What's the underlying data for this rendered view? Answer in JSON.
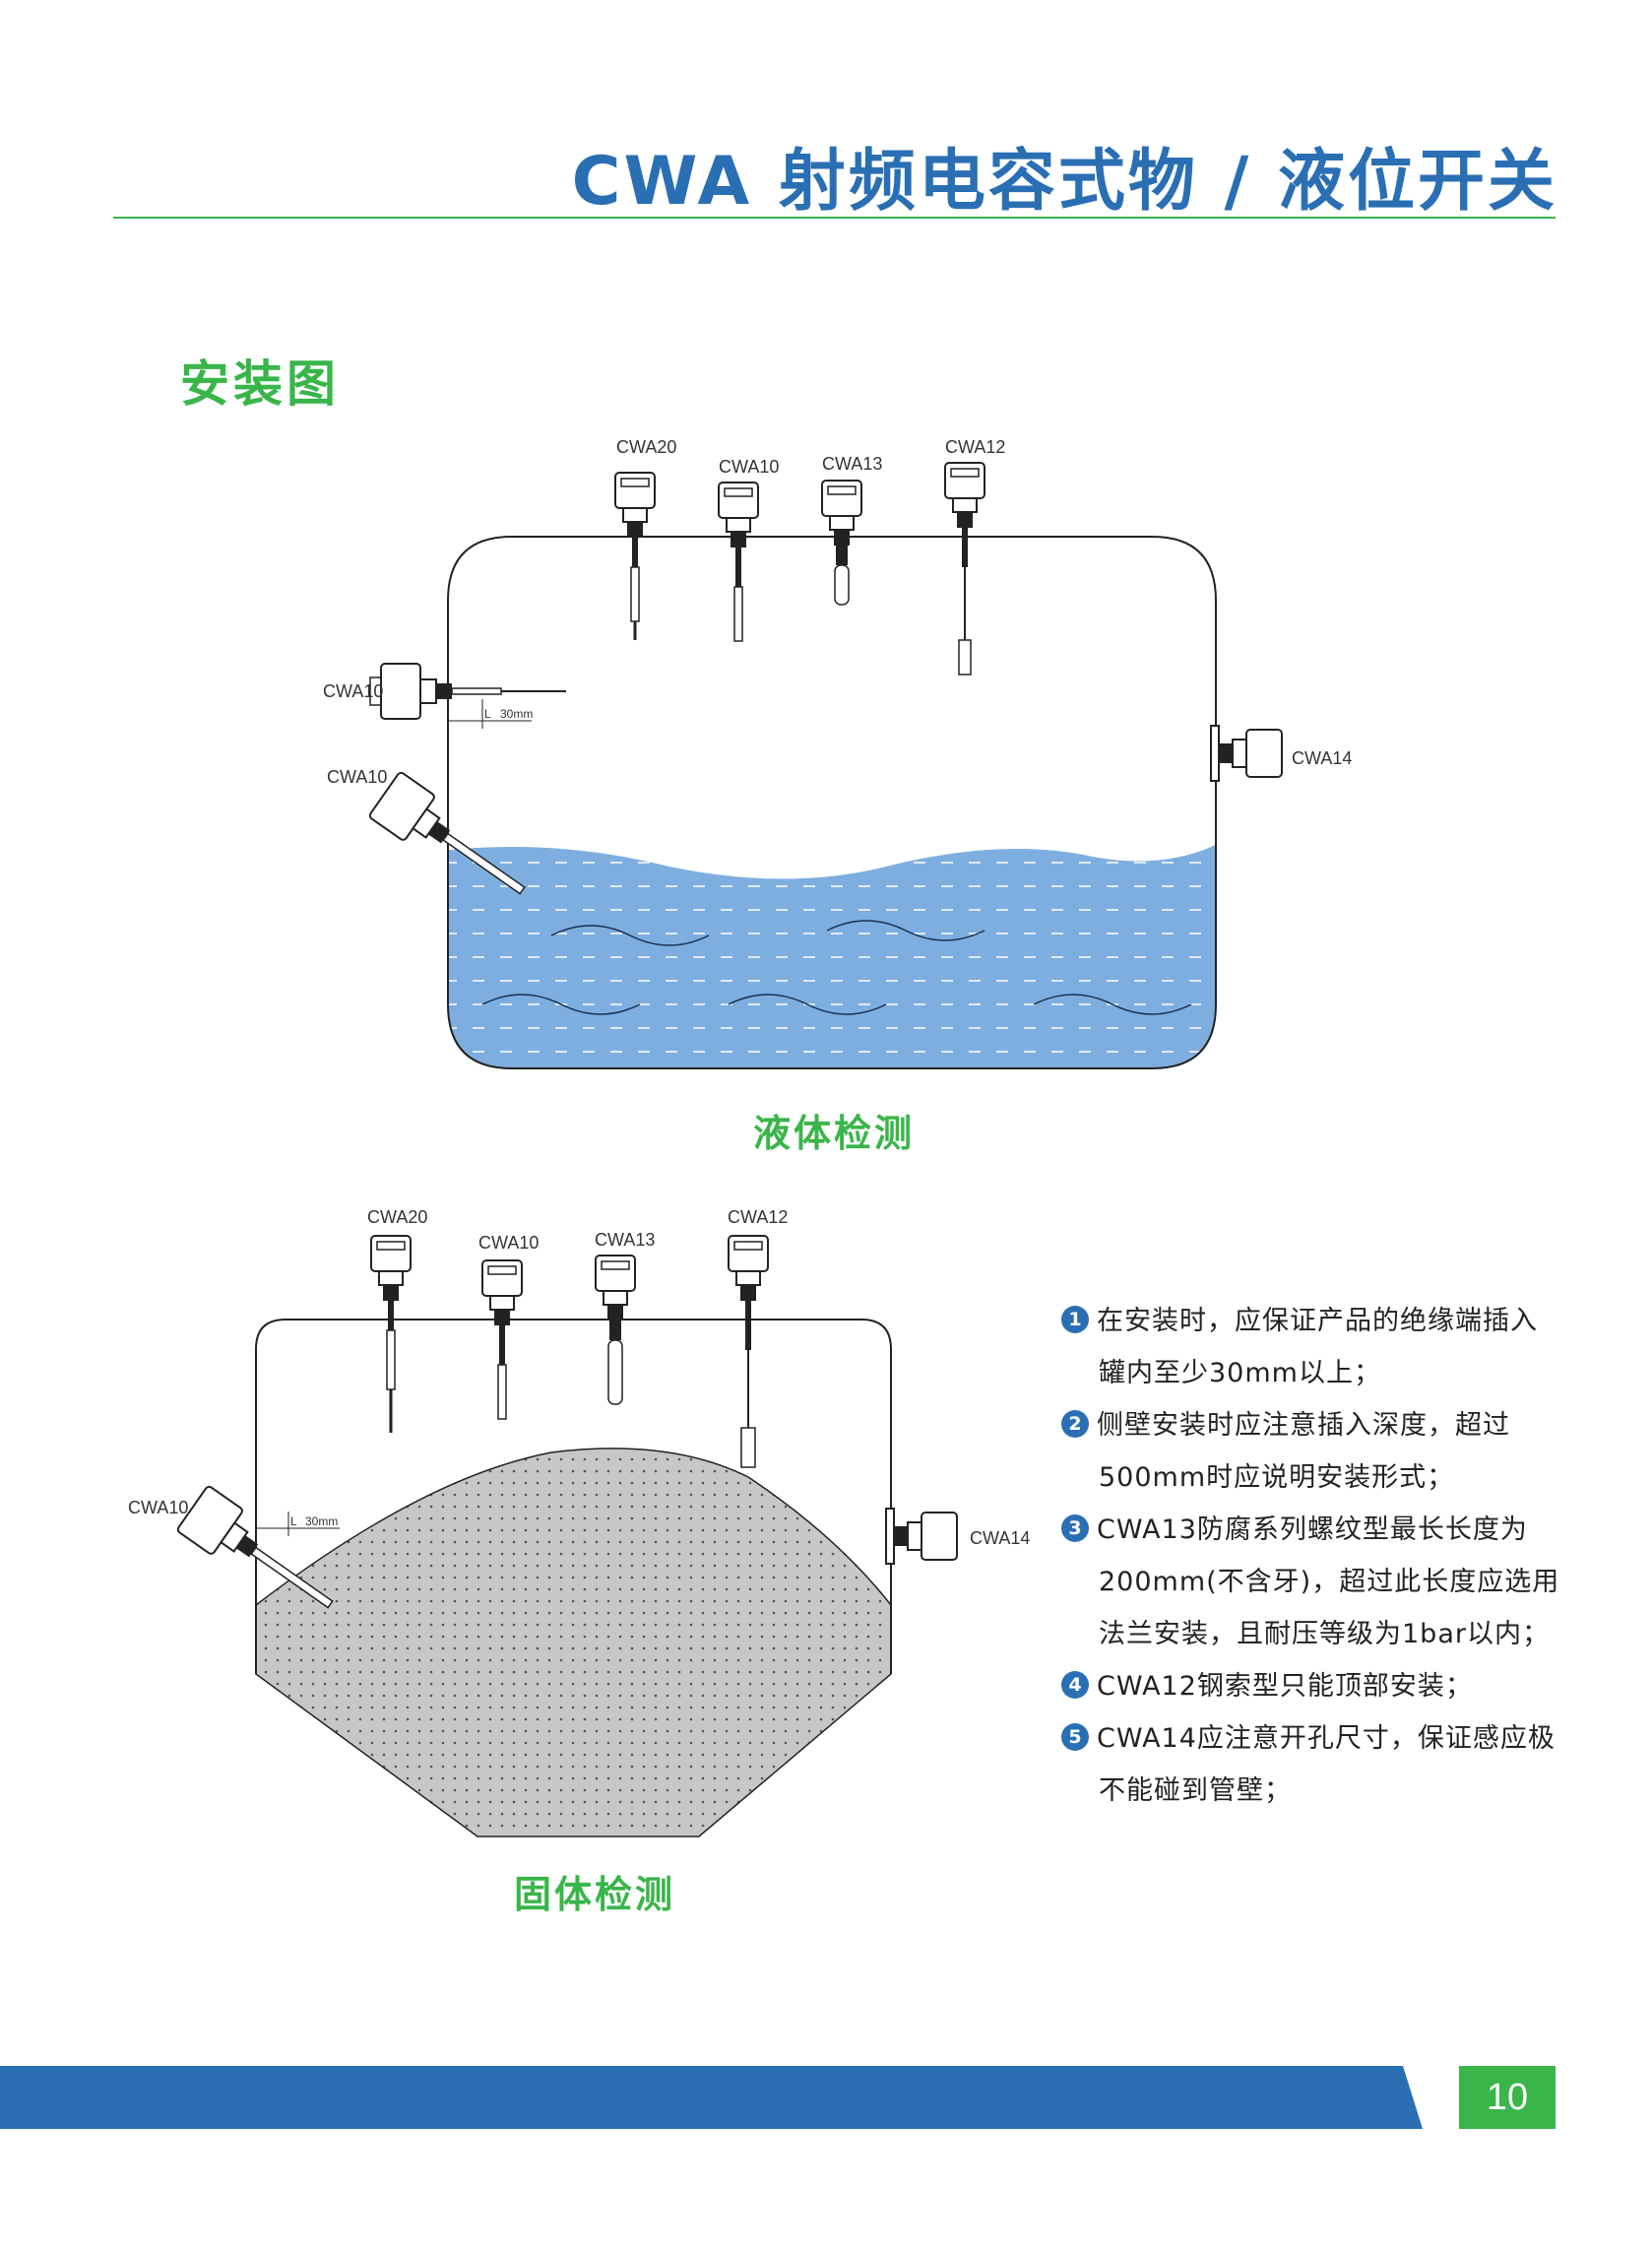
{
  "header": {
    "title": "CWA 射频电容式物 / 液位开关"
  },
  "section": {
    "heading": "安装图"
  },
  "liquid_diagram": {
    "caption": "液体检测",
    "top_labels": [
      "CWA20",
      "CWA10",
      "CWA13",
      "CWA12"
    ],
    "side_label_1": "CWA10",
    "side_label_2": "CWA10",
    "right_label": "CWA14",
    "dim_L": "L",
    "dim_value": "30mm"
  },
  "solid_diagram": {
    "caption": "固体检测",
    "top_labels": [
      "CWA20",
      "CWA10",
      "CWA13",
      "CWA12"
    ],
    "side_label": "CWA10",
    "right_label": "CWA14",
    "dim_L": "L",
    "dim_value": "30mm"
  },
  "notes": [
    {
      "num": "1",
      "lines": [
        "在安装时，应保证产品的绝缘端插入",
        "罐内至少30mm以上；"
      ]
    },
    {
      "num": "2",
      "lines": [
        "侧壁安装时应注意插入深度，超过",
        "500mm时应说明安装形式；"
      ]
    },
    {
      "num": "3",
      "lines": [
        "CWA13防腐系列螺纹型最长长度为",
        "200mm(不含牙)，超过此长度应选用",
        "法兰安装，且耐压等级为1bar以内；"
      ]
    },
    {
      "num": "4",
      "lines": [
        "CWA12钢索型只能顶部安装；"
      ]
    },
    {
      "num": "5",
      "lines": [
        "CWA14应注意开孔尺寸，保证感应极",
        "不能碰到管壁；"
      ]
    }
  ],
  "footer": {
    "page_number": "10"
  },
  "colors": {
    "brand_blue": "#2a6fb4",
    "brand_green": "#39b54a",
    "liquid_fill": "#7eaee0",
    "solid_fill": "#c7c7c7"
  }
}
